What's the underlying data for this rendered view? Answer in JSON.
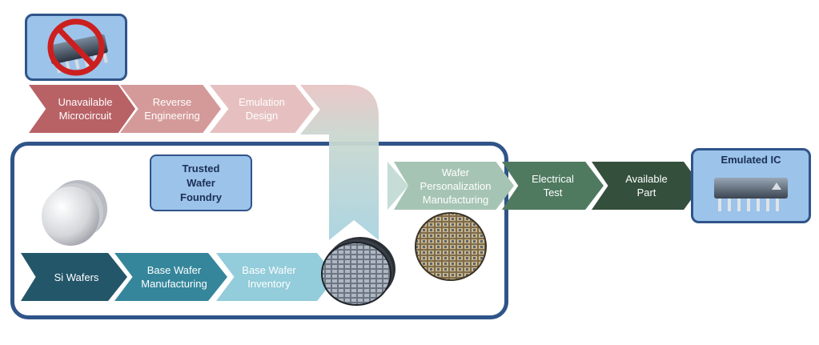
{
  "top_chain": {
    "steps": [
      {
        "label": "Unavailable\nMicrocircuit",
        "color": "#b86266"
      },
      {
        "label": "Reverse\nEngineering",
        "color": "#d49a99"
      },
      {
        "label": "Emulation\nDesign",
        "color": "#e6c0c0"
      }
    ]
  },
  "trusted_foundry": {
    "label": "Trusted\nWafer\nFoundry"
  },
  "bottom_chain": {
    "steps": [
      {
        "label": "Si Wafers",
        "color": "#24566a"
      },
      {
        "label": "Base Wafer\nManufacturing",
        "color": "#35869b"
      },
      {
        "label": "Base Wafer\nInventory",
        "color": "#93ccda"
      }
    ]
  },
  "right_chain": {
    "steps": [
      {
        "label": "Wafer\nPersonalization\nManufacturing",
        "color": "#a6c4b4"
      },
      {
        "label": "Electrical\nTest",
        "color": "#4f7a60"
      },
      {
        "label": "Available\nPart",
        "color": "#344f3c"
      }
    ]
  },
  "emulated_ic": {
    "label": "Emulated IC"
  },
  "colors": {
    "frame": "#2f5489",
    "badge_bg": "#9cc3ea",
    "no_symbol": "#cc1f1f"
  }
}
